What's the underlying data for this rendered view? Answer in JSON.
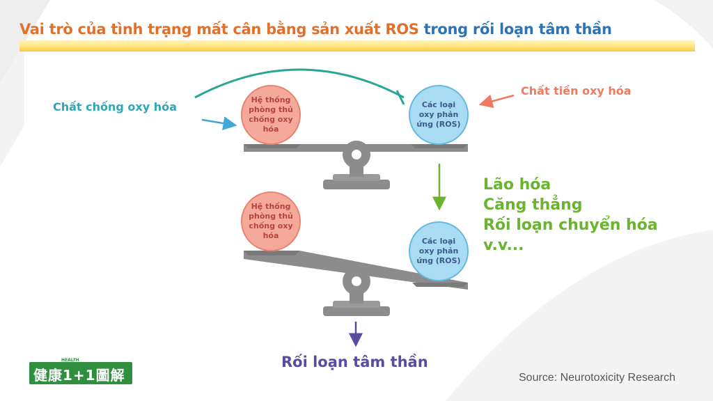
{
  "title": {
    "part1": "Vai trò của tình trạng mất cân bằng sản xuất ROS",
    "part2": "trong rối loạn tâm thần"
  },
  "labels": {
    "antioxidant": "Chất chống oxy hóa",
    "prooxidant": "Chất tiền oxy hóa"
  },
  "scale_top": {
    "left_ball": [
      "Hệ thống",
      "phòng thủ",
      "chống oxy",
      "hóa"
    ],
    "right_ball": [
      "Các loại",
      "oxy phản",
      "ứng (ROS)"
    ]
  },
  "scale_bottom": {
    "left_ball": [
      "Hệ thống",
      "phòng thủ",
      "chống oxy",
      "hóa"
    ],
    "right_ball": [
      "Các loại",
      "oxy phản",
      "ứng (ROS)"
    ]
  },
  "effects": [
    "Lão hóa",
    "Căng thẳng",
    "Rối loạn chuyển hóa",
    "v.v..."
  ],
  "outcome": "Rối loạn tâm thần",
  "source": "Source: Neurotoxicity Research",
  "logo": {
    "text": "健康1+1圖解",
    "small": "HEALTH"
  },
  "colors": {
    "title_orange": "#e0712d",
    "title_blue": "#2e74b5",
    "antioxidant_ball": "#f4a99a",
    "ros_ball": "#a9dcf2",
    "teal": "#2ea8b8",
    "effects_green": "#6ab42f",
    "outcome_purple": "#5a4ba0",
    "scale_gray": "#8c8c8c"
  }
}
